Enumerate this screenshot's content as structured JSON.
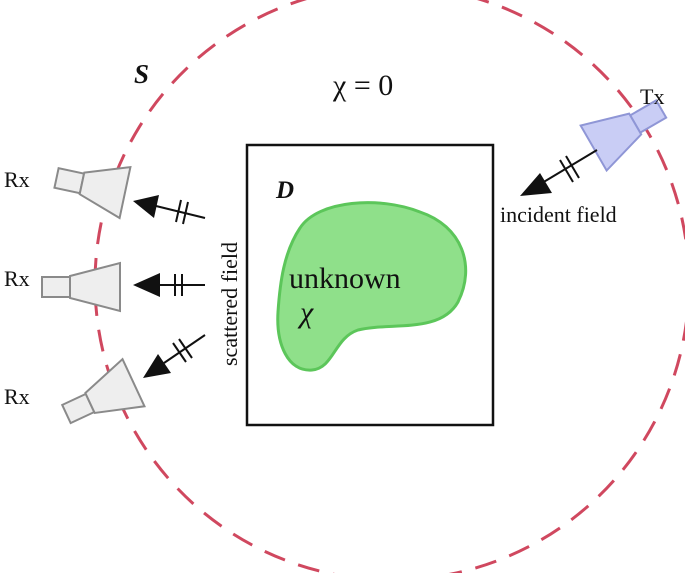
{
  "labels": {
    "surface": "S",
    "domain": "D",
    "background_contrast": "χ = 0",
    "object_line1": "unknown",
    "object_line2": "χ",
    "transmitter": "Tx",
    "receiver": "Rx",
    "incident_field": "incident field",
    "scattered_field": "scattered field"
  },
  "colors": {
    "circle": "#d0485f",
    "object_fill": "#8fe08a",
    "object_stroke": "#5cc65a",
    "tx_fill": "#c9cdf5",
    "tx_stroke": "#8f96d6",
    "rx_fill": "#eeeeee",
    "rx_stroke": "#8a8a8a",
    "box": "#111111",
    "arrow": "#111111"
  },
  "icons": {
    "transmitter": "horn-antenna-icon",
    "receiver": "horn-antenna-icon",
    "wave_arrow": "arrow-icon"
  }
}
